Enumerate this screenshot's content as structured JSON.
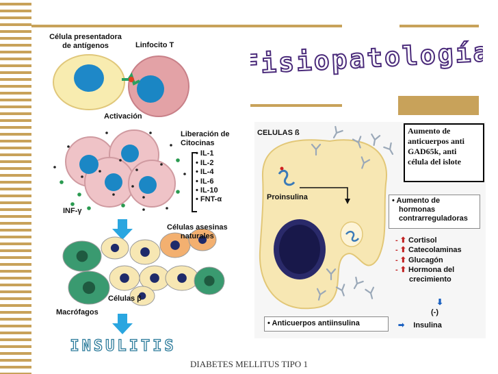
{
  "title": "Fisiopatología",
  "footer": "DIABETES MELLITUS TIPO 1",
  "colors": {
    "stripe": "#c8a25a",
    "title_fill": "#ffffff",
    "title_stroke": "#4a2a7a"
  },
  "left": {
    "apc_label_1": "Célula presentadora",
    "apc_label_2": "de antígenos",
    "tcell_label": "Linfocito T",
    "activation": "Activación",
    "cytokine_title_1": "Liberación de",
    "cytokine_title_2": "Citocinas",
    "cytokines": [
      "• IL-1",
      "• IL-2",
      "• IL-4",
      "• IL-6",
      "• IL-10",
      "• FNT-α"
    ],
    "inf": "INF-γ",
    "nk_1": "Células asesinas",
    "nk_2": "naturales",
    "beta": "Células β",
    "macrophages": "Macrófagos",
    "insulitis": "INSULITIS"
  },
  "right": {
    "cells_header": "CELULAS ß",
    "proinsulin": "Proinsulina",
    "antibody_box": [
      "Aumento de",
      "anticuerpos anti",
      "GAD65k, anti",
      "célula del islote"
    ],
    "hormones_header": [
      "• Aumento de",
      "hormonas",
      "contrarreguladoras"
    ],
    "hormones": [
      "Cortisol",
      "Catecolaminas",
      "Glucagón",
      "Hormona del",
      "crecimiento"
    ],
    "minus": "(-)",
    "insulin": "Insulina",
    "anti_insulin": "• Anticuerpos antiinsulina"
  }
}
